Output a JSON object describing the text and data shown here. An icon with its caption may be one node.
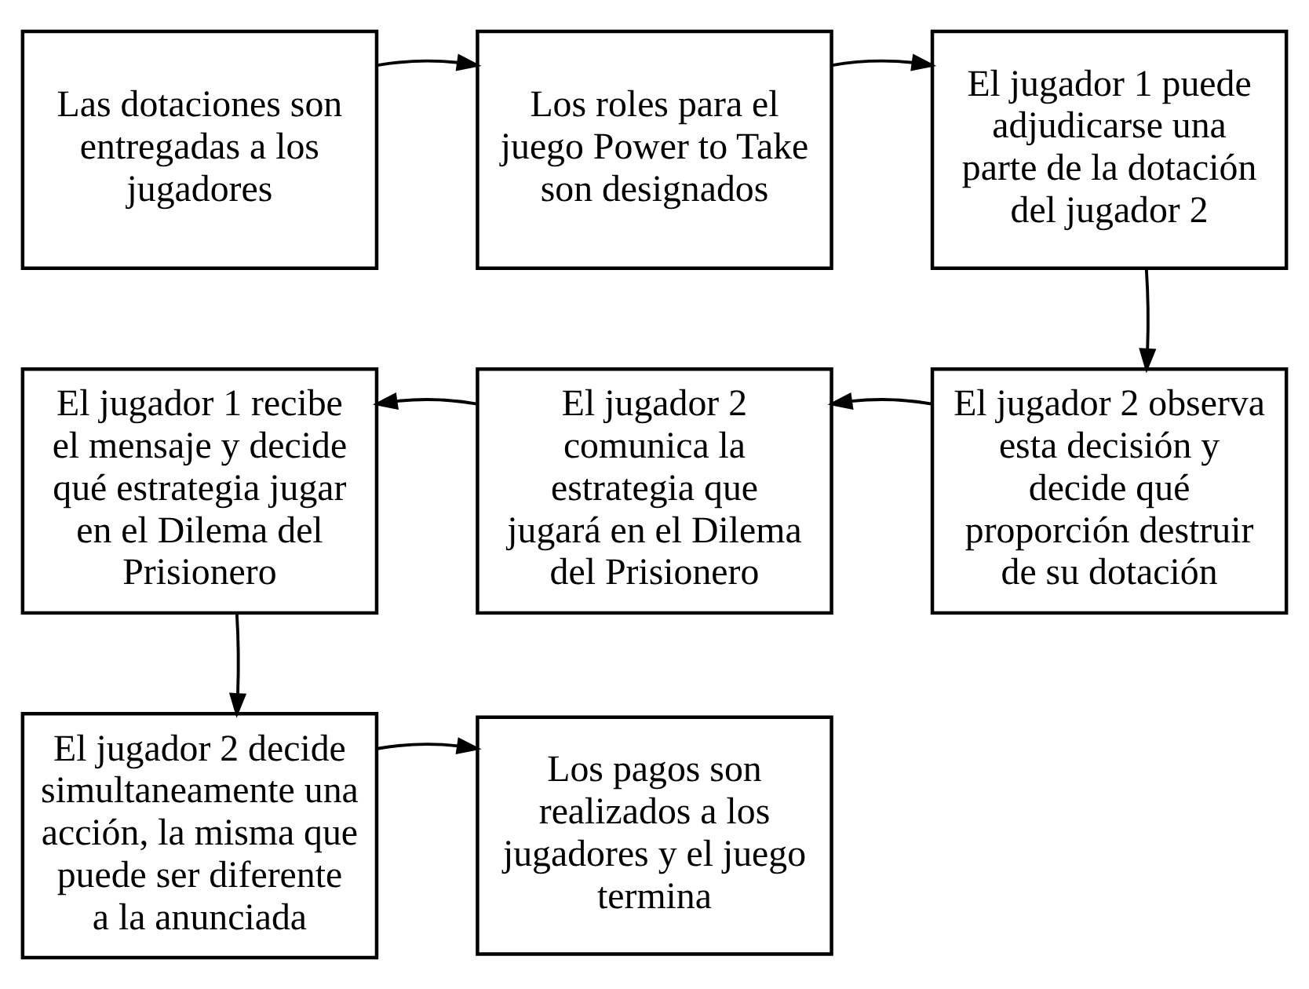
{
  "diagram": {
    "nodes": [
      {
        "text": [
          "Las dotaciones son entregadas a los jugadores"
        ]
      },
      {
        "text": [
          "Los roles para el juego Power to Take son designados"
        ]
      },
      {
        "text": [
          "El jugador 1 puede adjudicarse una parte de la dotación del jugador 2"
        ]
      },
      {
        "text": [
          "El jugador 2 observa esta decisión y decide qué proporción destruir de su dotación"
        ]
      },
      {
        "text": [
          "El jugador 2 comunica la estrategia que jugará en el Dilema del Prisionero"
        ]
      },
      {
        "text": [
          "El jugador 1 recibe el mensaje y decide qué estrategia jugar en el Dilema del Prisionero"
        ]
      },
      {
        "text": [
          "El jugador 2 decide simultaneamente una acción, la misma que puede ser diferente a la anunciada"
        ]
      },
      {
        "text": [
          "Los pagos son realizados a los jugadores y el juego termina"
        ]
      }
    ],
    "edges": [
      {
        "from": 0,
        "to": 1,
        "arrow": "to"
      },
      {
        "from": 1,
        "to": 2,
        "arrow": "to"
      },
      {
        "from": 2,
        "to": 3,
        "arrow": "to"
      },
      {
        "from": 3,
        "to": 4,
        "arrow": "to"
      },
      {
        "from": 4,
        "to": 5,
        "arrow": "to"
      },
      {
        "from": 5,
        "to": 6,
        "arrow": "to"
      },
      {
        "from": 6,
        "to": 7,
        "arrow": "to"
      }
    ]
  }
}
